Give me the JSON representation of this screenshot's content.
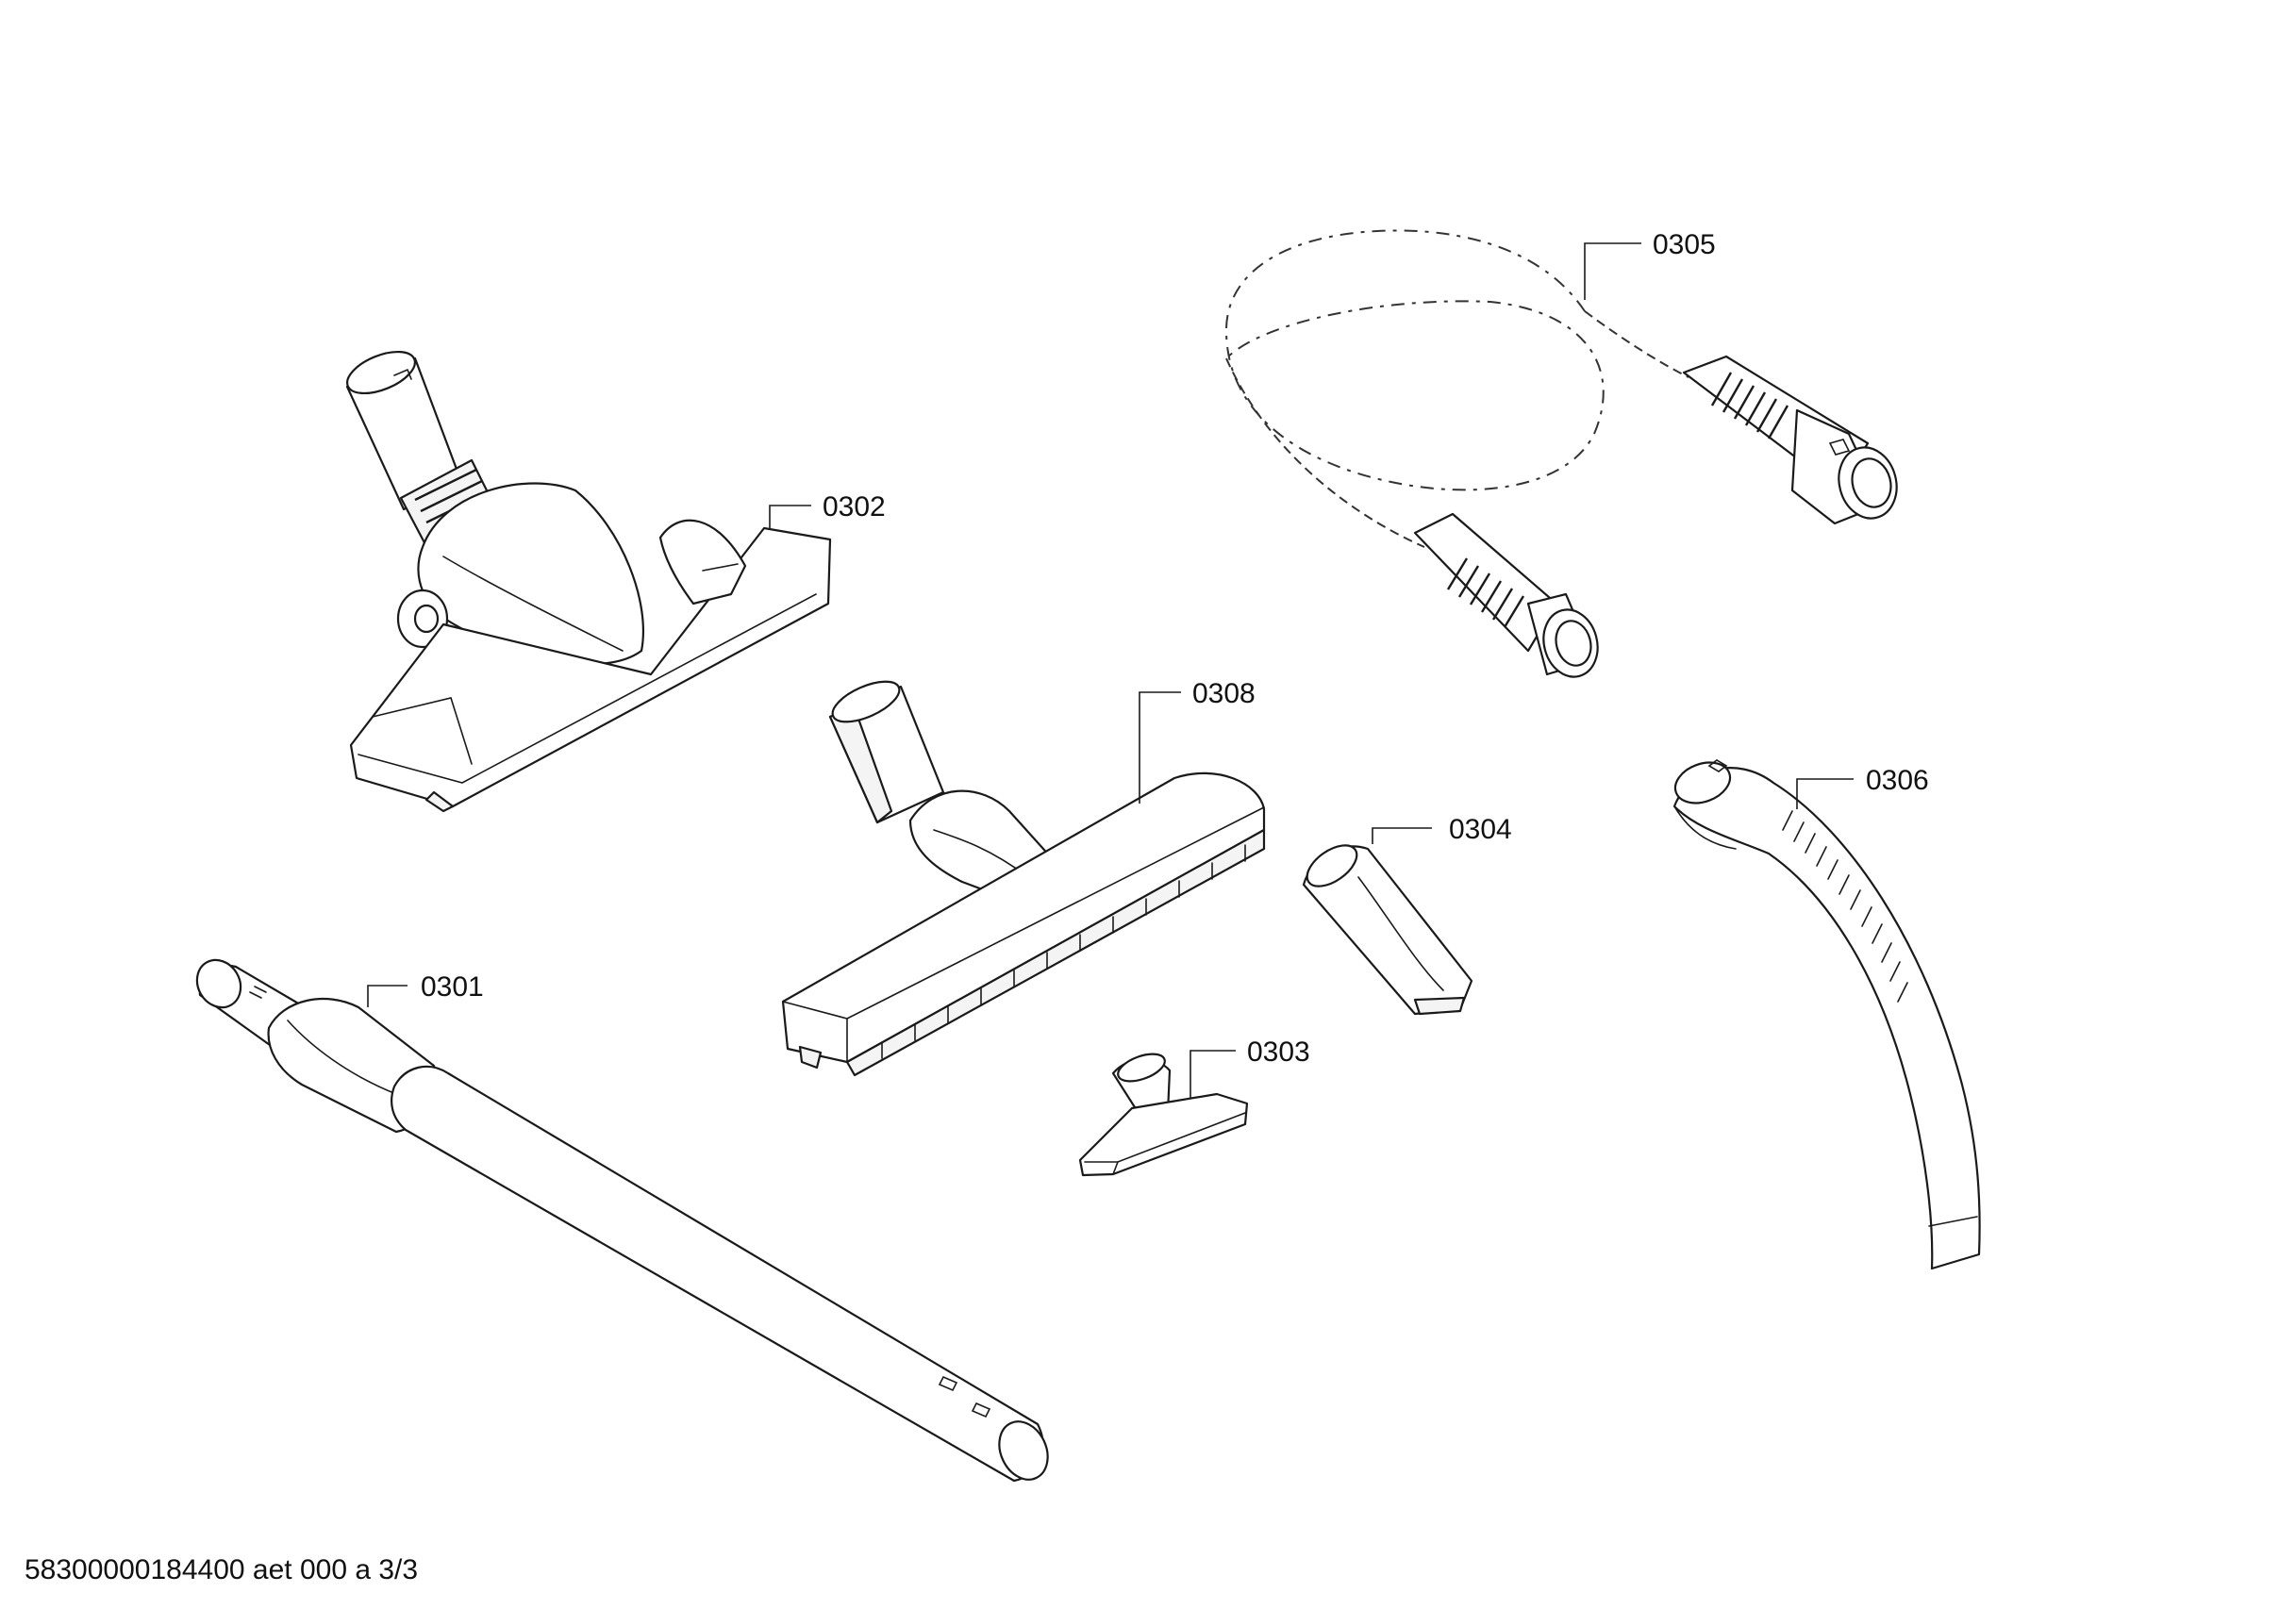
{
  "diagram": {
    "parts": [
      {
        "id": "p0301",
        "label": "0301"
      },
      {
        "id": "p0302",
        "label": "0302"
      },
      {
        "id": "p0303",
        "label": "0303"
      },
      {
        "id": "p0304",
        "label": "0304"
      },
      {
        "id": "p0305",
        "label": "0305"
      },
      {
        "id": "p0306",
        "label": "0306"
      },
      {
        "id": "p0308",
        "label": "0308"
      }
    ],
    "footer": "58300000184400 aet 000 a 3/3"
  }
}
